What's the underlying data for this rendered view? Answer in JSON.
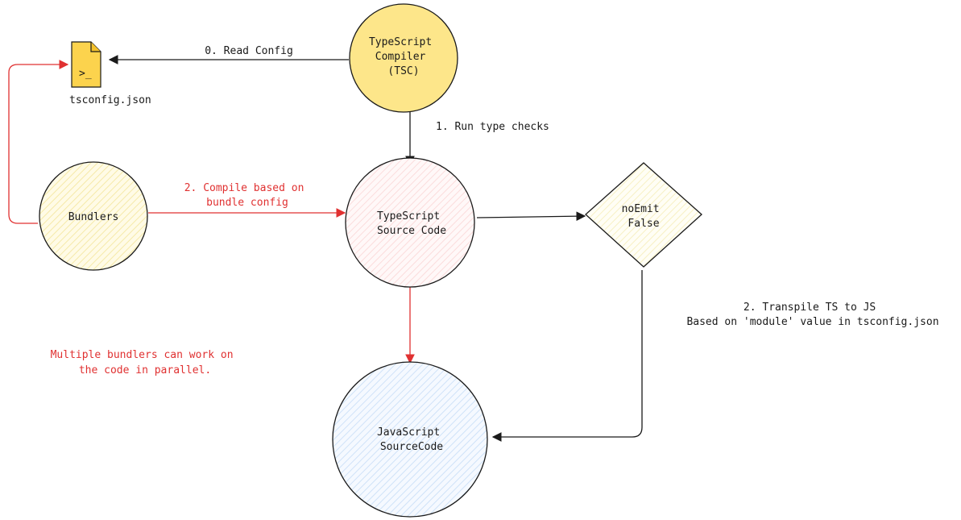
{
  "nodes": {
    "tsconfig": {
      "label": "tsconfig.json",
      "icon_glyph": ">_",
      "icon": "terminal-file-icon",
      "fill": "#fcd34d"
    },
    "compiler": {
      "lines": [
        "TypeScript",
        "Compiler",
        "(TSC)"
      ],
      "fill": "#fde68a"
    },
    "bundlers": {
      "lines": [
        "Bundlers"
      ],
      "fill": "#fdf6c8"
    },
    "ts_source": {
      "lines": [
        "TypeScript",
        "Source Code"
      ],
      "fill": "#fde8e8"
    },
    "noemit": {
      "lines": [
        "noEmit",
        "False"
      ],
      "fill": "#fffde7"
    },
    "js_source": {
      "lines": [
        "JavaScript",
        "SourceCode"
      ],
      "fill": "#dbeafe"
    }
  },
  "edges": {
    "read_config": {
      "lines": [
        "0. Read Config"
      ]
    },
    "type_checks": {
      "lines": [
        "1. Run type checks"
      ]
    },
    "compile_bundle": {
      "lines": [
        "2. Compile based on",
        "bundle config"
      ]
    },
    "transpile": {
      "lines": [
        "2. Transpile TS to JS",
        "Based on 'module' value in tsconfig.json"
      ]
    }
  },
  "note": {
    "lines": [
      "Multiple bundlers can work on",
      "the code in parallel."
    ]
  },
  "colors": {
    "ink": "#1a1a1a",
    "accent_red": "#e03131"
  }
}
